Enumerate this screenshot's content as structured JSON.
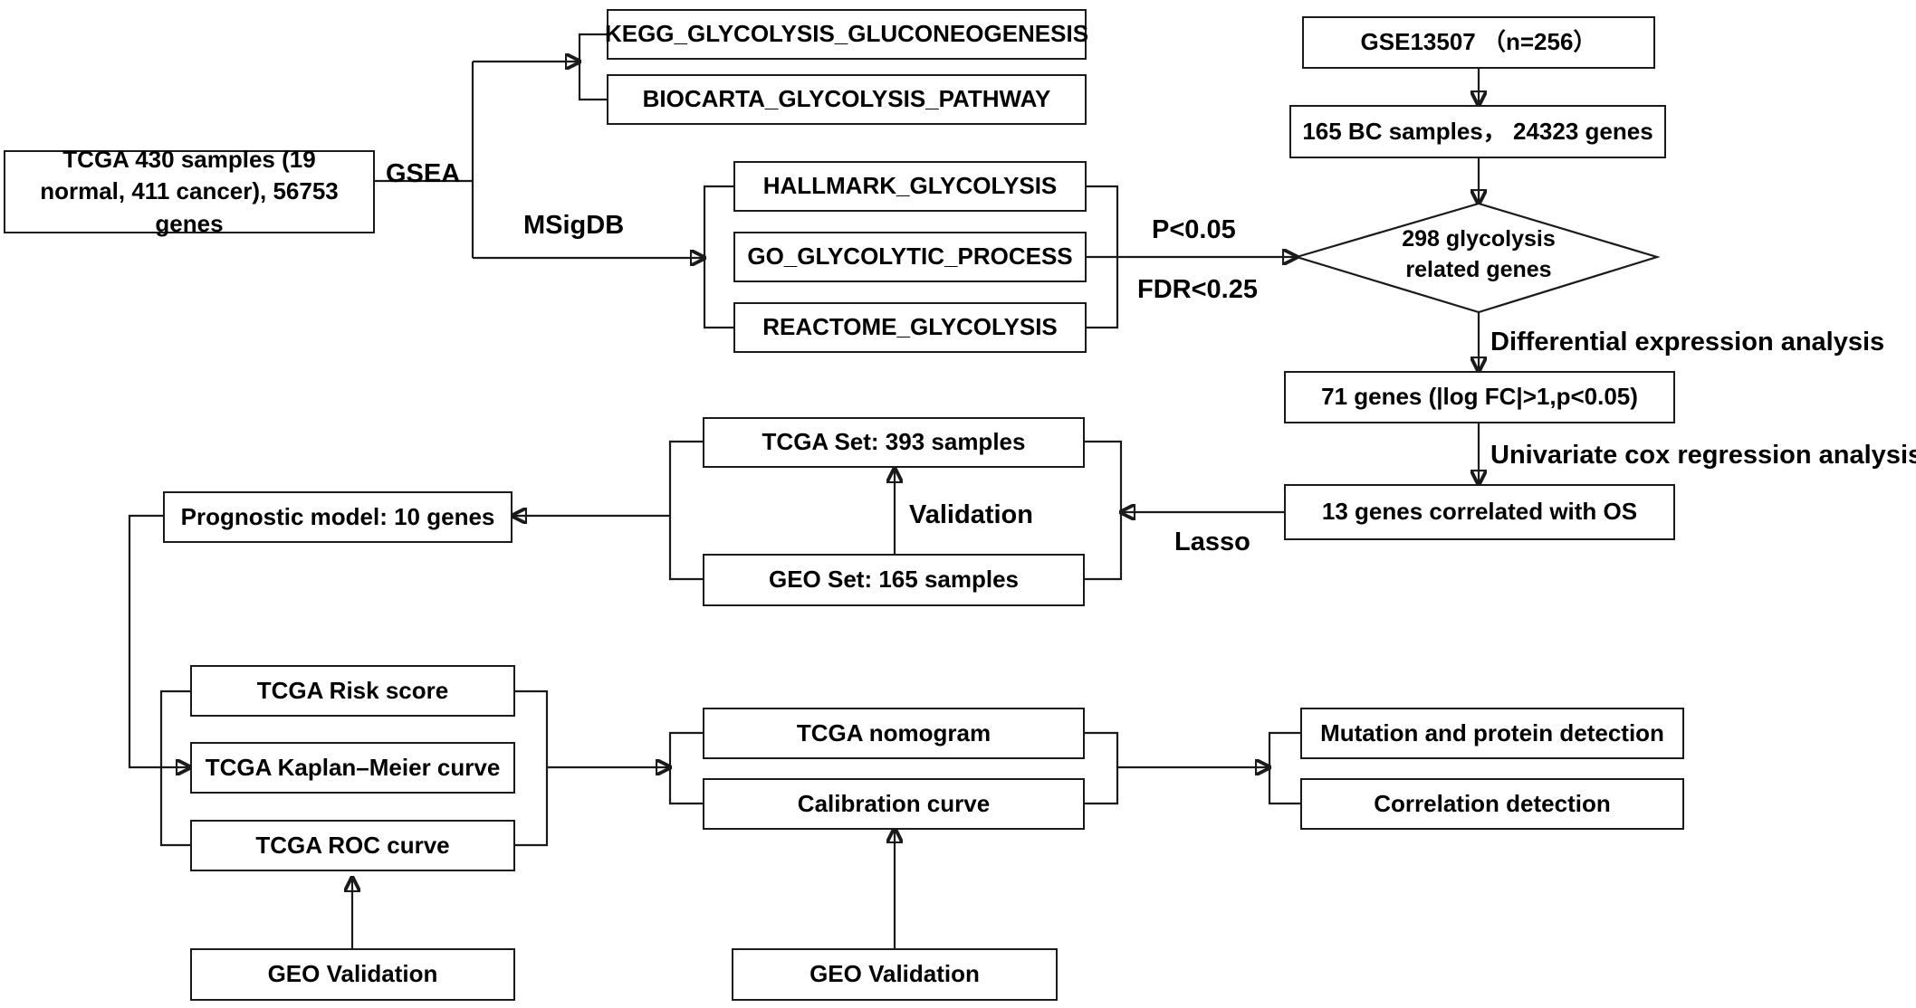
{
  "boxes": {
    "tcga_input": "TCGA 430 samples (19 normal, 411 cancer), 56753 genes",
    "kegg": "KEGG_GLYCOLYSIS_GLUCONEOGENESIS",
    "biocarta": "BIOCARTA_GLYCOLYSIS_PATHWAY",
    "hallmark": "HALLMARK_GLYCOLYSIS",
    "go": "GO_GLYCOLYTIC_PROCESS",
    "reactome": "REACTOME_GLYCOLYSIS",
    "gse": "GSE13507 （n=256）",
    "bc_samples": "165 BC samples， 24323 genes",
    "glycolysis_genes": "298 glycolysis related genes",
    "genes71": "71 genes (|log FC|>1,p<0.05)",
    "genes13": "13 genes correlated with OS",
    "tcga_set": "TCGA Set: 393 samples",
    "geo_set": "GEO Set: 165 samples",
    "prognostic": "Prognostic model: 10 genes",
    "risk_score": "TCGA Risk score",
    "kaplan": "TCGA Kaplan–Meier curve",
    "roc": "TCGA ROC curve",
    "geo_validation_left": "GEO Validation",
    "nomogram": "TCGA nomogram",
    "calibration": "Calibration curve",
    "geo_validation_mid": "GEO Validation",
    "mutation": "Mutation and protein detection",
    "correlation": "Correlation detection"
  },
  "labels": {
    "gsea": "GSEA",
    "msigdb": "MSigDB",
    "p_value": "P<0.05",
    "fdr": "FDR<0.25",
    "diff_expr": "Differential expression analysis",
    "univariate": "Univariate cox regression analysis",
    "lasso": "Lasso",
    "validation": "Validation"
  }
}
